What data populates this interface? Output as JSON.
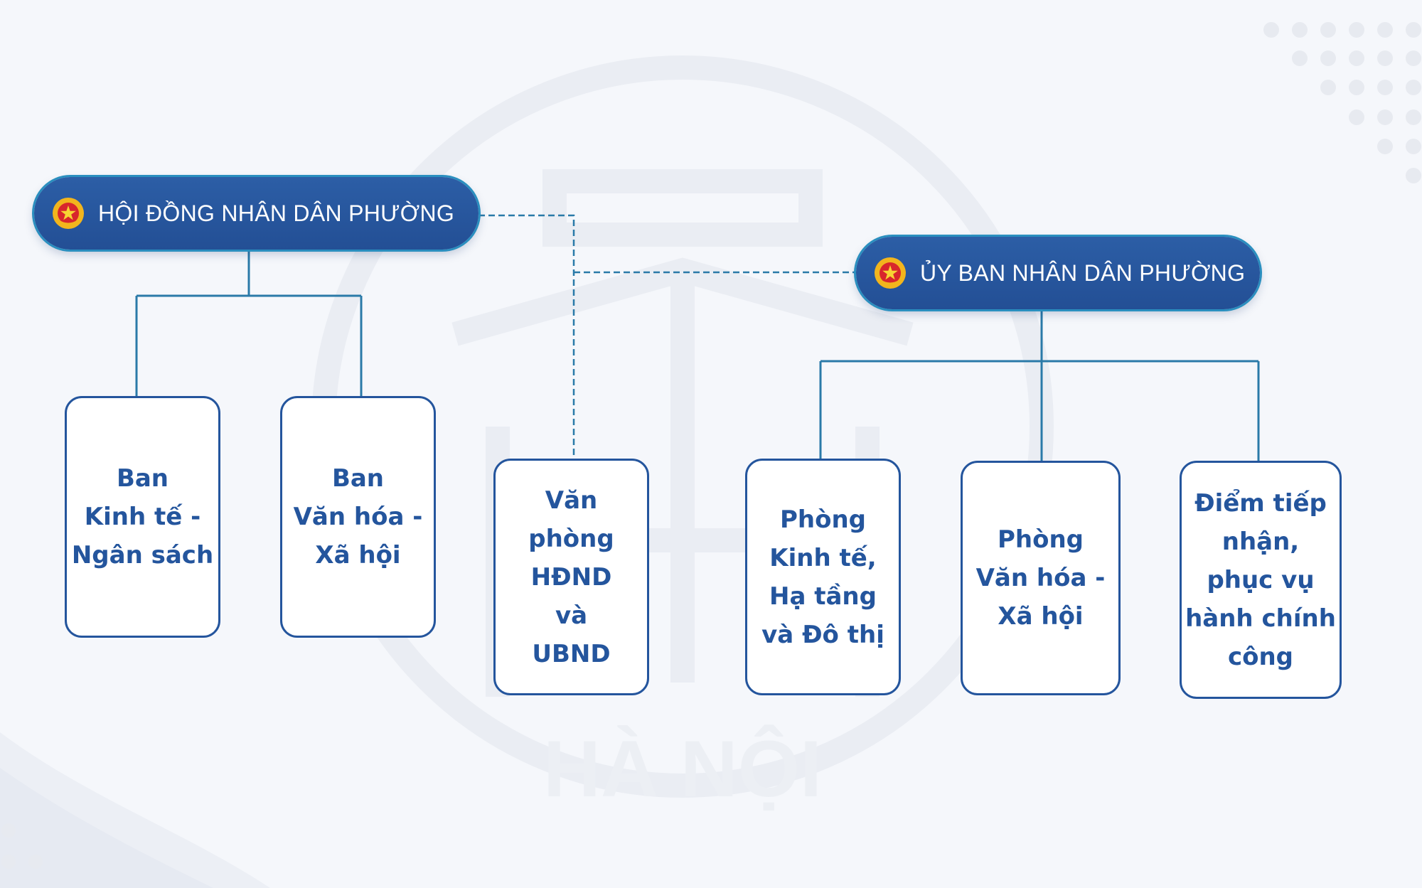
{
  "watermark": {
    "text": "HÀ NỘI"
  },
  "colors": {
    "primary": "#24559d",
    "connector": "#2a7aa8",
    "background": "#f5f7fb"
  },
  "council": {
    "title": "HỘI ĐỒNG NHÂN DÂN PHƯỜNG",
    "icon": "national-emblem-icon",
    "committees": [
      {
        "lines": [
          "Ban",
          "Kinh tế -",
          "Ngân sách"
        ]
      },
      {
        "lines": [
          "Ban",
          "Văn hóa -",
          "Xã hội"
        ]
      }
    ]
  },
  "shared_office": {
    "lines": [
      "Văn",
      "phòng",
      "HĐND",
      "và",
      "UBND"
    ]
  },
  "committee": {
    "title": "ỦY BAN NHÂN DÂN PHƯỜNG",
    "icon": "national-emblem-icon",
    "departments": [
      {
        "lines": [
          "Phòng",
          "Kinh tế,",
          "Hạ tầng",
          "và Đô thị"
        ]
      },
      {
        "lines": [
          "Phòng",
          "Văn hóa -",
          "Xã hội"
        ]
      },
      {
        "lines": [
          "Điểm tiếp",
          "nhận,",
          "phục vụ",
          "hành chính",
          "công"
        ]
      }
    ]
  }
}
